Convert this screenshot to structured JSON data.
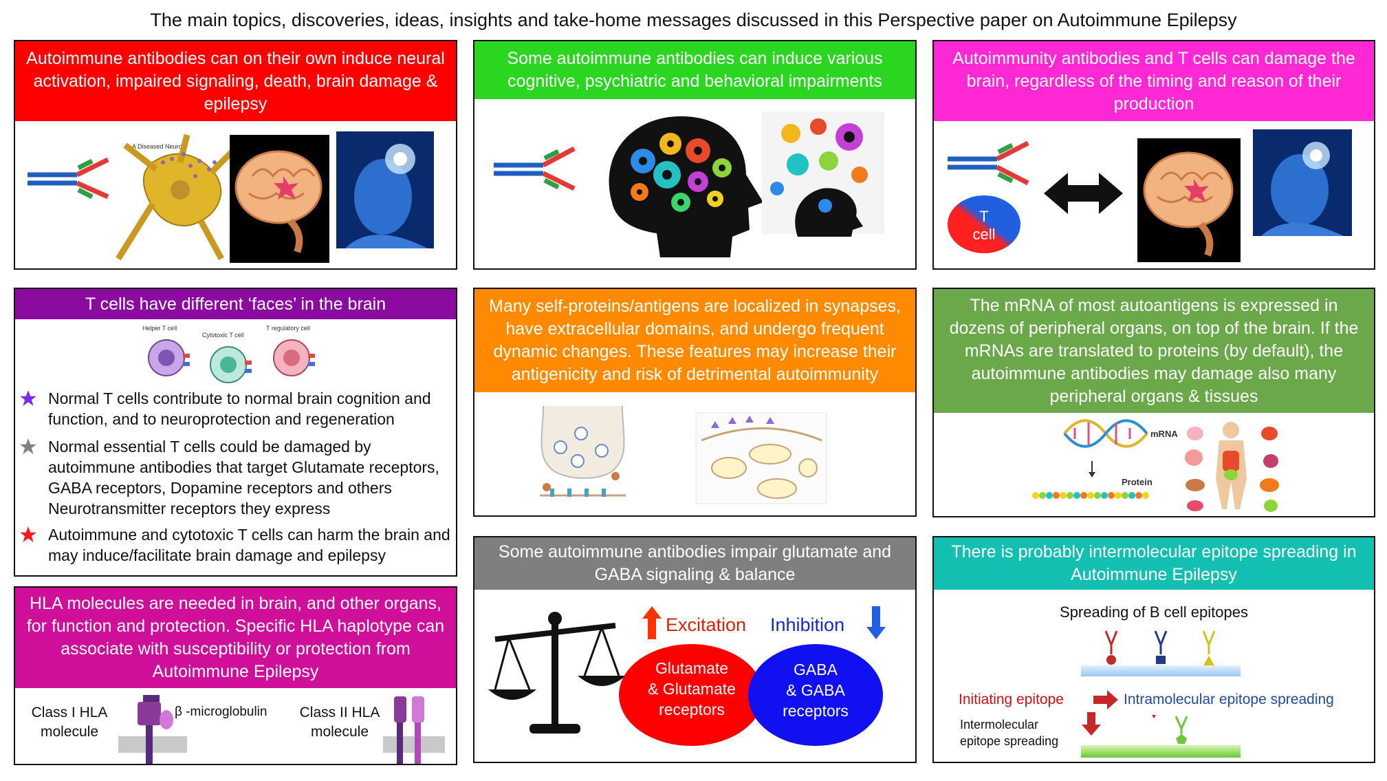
{
  "title": "The main topics, discoveries, ideas, insights and take-home messages discussed in this Perspective paper on Autoimmune Epilepsy",
  "colors": {
    "p1": "#ff0000",
    "p2": "#2bd620",
    "p3": "#ff28d4",
    "p4": "#8b0aa0",
    "p5": "#ff8a00",
    "p6": "#6aa84a",
    "p7": "#cf0f9a",
    "p8": "#7f7f7f",
    "p9": "#12bfb0"
  },
  "panel1": {
    "header": "Autoimmune antibodies can on their own induce neural activation, impaired signaling, death, brain damage & epilepsy",
    "neuron_label": "A Diseased Neuron"
  },
  "panel2": {
    "header": "Some autoimmune antibodies can induce various cognitive, psychiatric and behavioral impairments"
  },
  "panel3": {
    "header": "Autoimmunity antibodies and T cells can damage the brain, regardless of the timing and reason of their production",
    "tcell_line1": "T",
    "tcell_line2": "cell"
  },
  "panel4": {
    "header": "T cells have different ‘faces’ in the brain",
    "cell_labels": [
      "Helper T cell",
      "Cytotoxic T cell",
      "T regulatory cell"
    ],
    "bullets": [
      "Normal T cells contribute to normal brain cognition and function, and to neuroprotection and regeneration",
      "Normal essential T cells could be damaged by autoimmune antibodies that target Glutamate receptors, GABA receptors, Dopamine receptors and others Neurotransmitter receptors they express",
      "Autoimmune and cytotoxic T cells can harm the brain and may induce/facilitate brain damage and epilepsy"
    ]
  },
  "panel5": {
    "header": "Many self-proteins/antigens are localized in synapses, have extracellular domains, and undergo frequent dynamic changes. These features may increase their antigenicity and risk of detrimental autoimmunity"
  },
  "panel6": {
    "header": "The mRNA of most autoantigens is expressed in dozens of peripheral organs, on top of the brain. If the mRNAs are translated to proteins (by default), the autoimmune antibodies may damage also many peripheral organs & tissues",
    "mrna_label": "mRNA",
    "protein_label": "Protein"
  },
  "panel7": {
    "header": "HLA molecules are needed in brain, and other organs, for function and protection. Specific HLA haplotype can associate with susceptibility or protection from Autoimmune Epilepsy",
    "class1_line1": "Class I HLA",
    "class1_line2": "molecule",
    "beta_label": "β -microglobulin",
    "class2_line1": "Class II HLA",
    "class2_line2": "molecule"
  },
  "panel8": {
    "header": "Some autoimmune antibodies impair glutamate and GABA signaling & balance",
    "excitation": "Excitation",
    "inhibition": "Inhibition",
    "glu_line1": "Glutamate",
    "glu_line2": "& Glutamate",
    "glu_line3": "receptors",
    "gaba_line1": "GABA",
    "gaba_line2": "& GABA",
    "gaba_line3": "receptors"
  },
  "panel9": {
    "header": "There is probably intermolecular epitope spreading in Autoimmune Epilepsy",
    "spreading_title": "Spreading of B cell epitopes",
    "initiating": "Initiating epitope",
    "intramolecular": "Intramolecular epitope spreading",
    "intermolecular_line1": "Intermolecular",
    "intermolecular_line2": "epitope spreading"
  }
}
